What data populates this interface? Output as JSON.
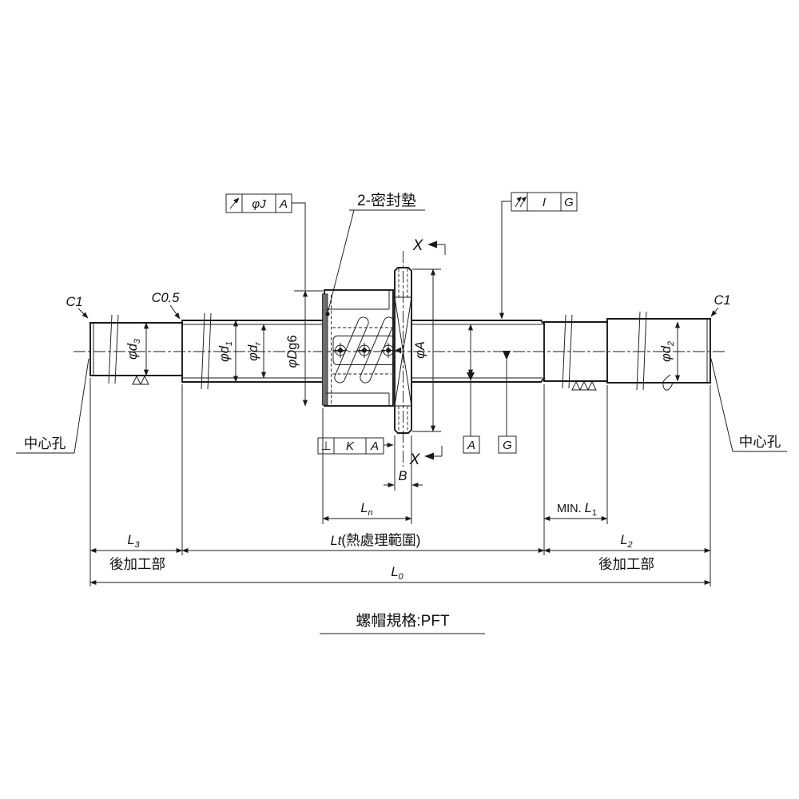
{
  "drawing": {
    "seal_callout": "2-密封墊",
    "section_label": "X",
    "center_hole": "中心孔",
    "post_machining": "後加工部",
    "chamfer_c1": "C1",
    "chamfer_c05": "C0.5",
    "nut_spec": "螺帽規格:PFT"
  },
  "fcf": {
    "runout": {
      "tol": "φJ",
      "datum": "A"
    },
    "total": {
      "tol": "I",
      "datum": "G"
    },
    "perp": {
      "sym": "⊥",
      "tol": "K",
      "datum": "A"
    }
  },
  "datum": {
    "a": "A",
    "g": "G"
  },
  "dim": {
    "d3b": "φd",
    "d3s": "3",
    "d1b": "φd",
    "d1s": "1",
    "drb": "φd",
    "drs": "r",
    "Db": "φD",
    "Dfit": "g6",
    "A": "φA",
    "d2b": "φd",
    "d2s": "2",
    "B": "B",
    "Lnb": "L",
    "Lns": "n",
    "L1p": "MIN. ",
    "L1b": "L",
    "L1s": "1",
    "L2b": "L",
    "L2s": "2",
    "L3b": "L",
    "L3s": "3",
    "L0b": "L",
    "L0s": "0",
    "Ltb": "Lt",
    "Ltn": "(熱處理範圍)"
  }
}
